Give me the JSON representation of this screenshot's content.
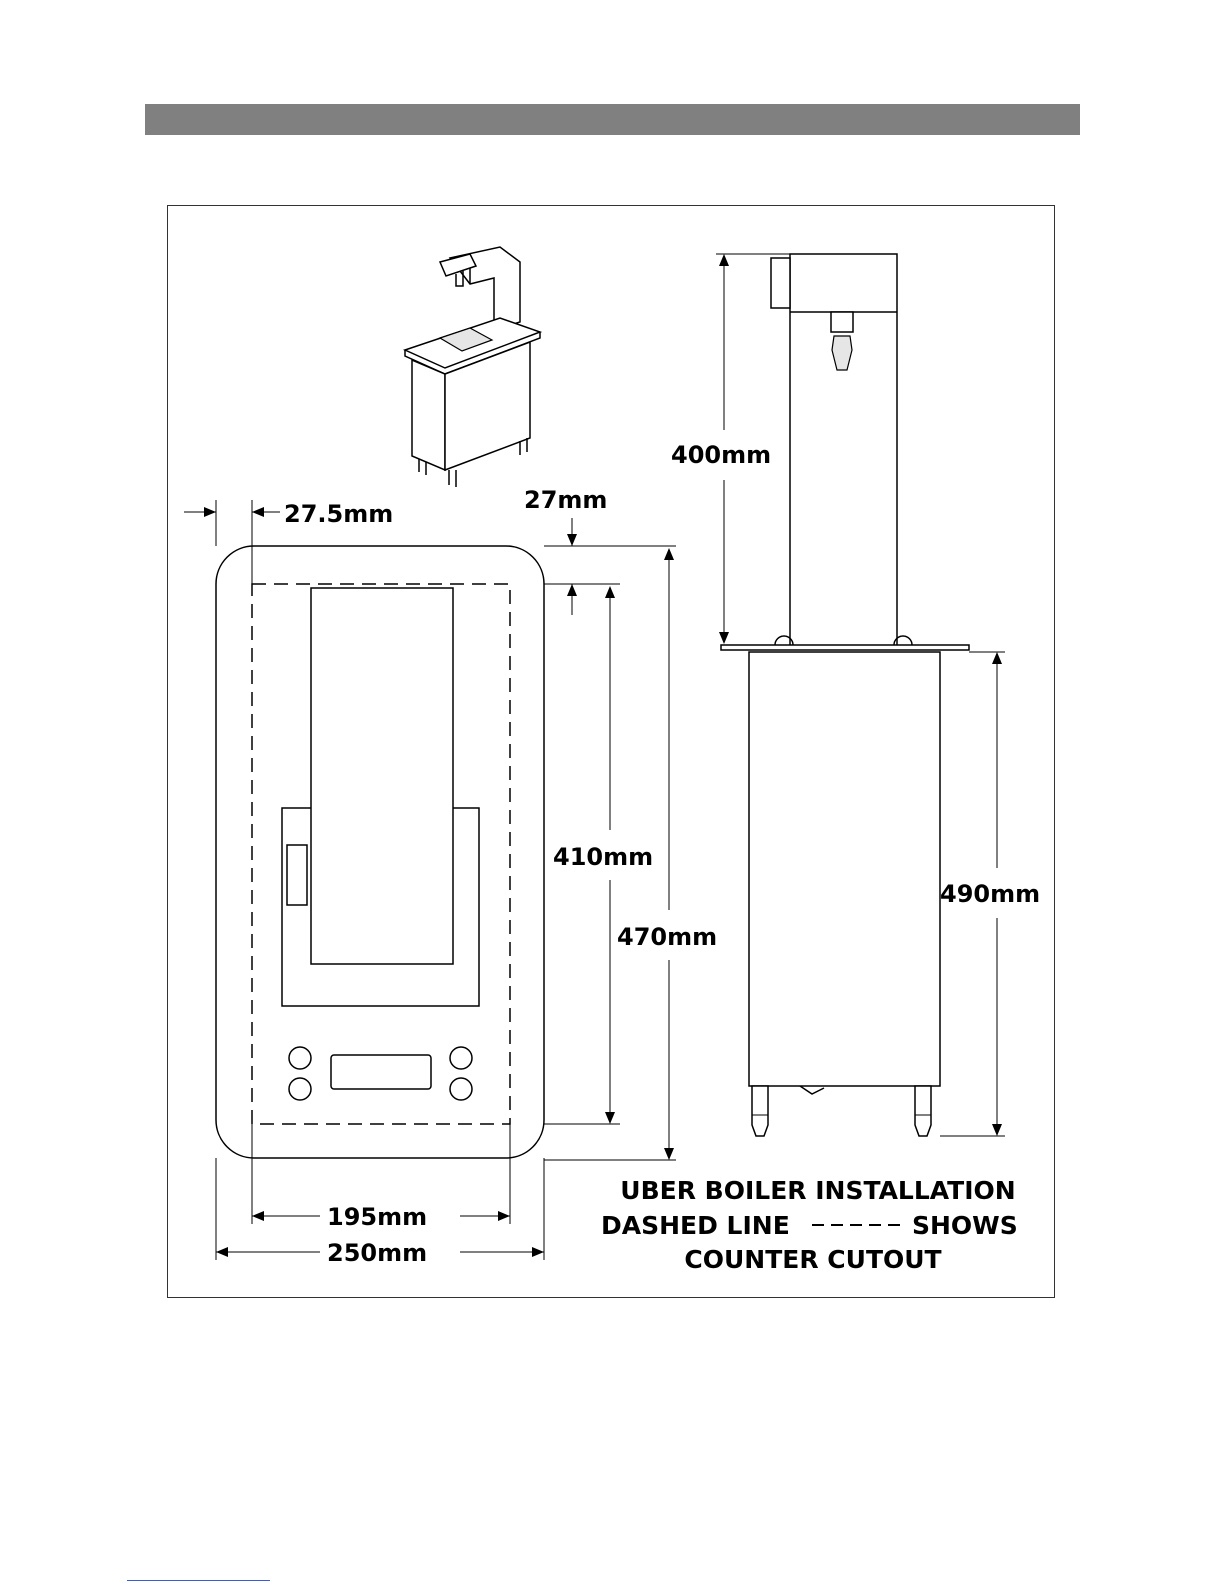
{
  "colors": {
    "header_bar": "#808080",
    "line": "#000000",
    "footer_rule": "#3b5bdb"
  },
  "dimensions": {
    "top_margin": "27.5mm",
    "side_margin": "27mm",
    "tower_height": "400mm",
    "cutout_depth": "410mm",
    "counter_depth": "470mm",
    "cabinet_height": "490mm",
    "cutout_width": "195mm",
    "counter_width": "250mm"
  },
  "caption": {
    "line1": "UBER BOILER INSTALLATION",
    "line2_prefix": "DASHED LINE",
    "line2_suffix": "SHOWS",
    "line3": "COUNTER CUTOUT"
  }
}
